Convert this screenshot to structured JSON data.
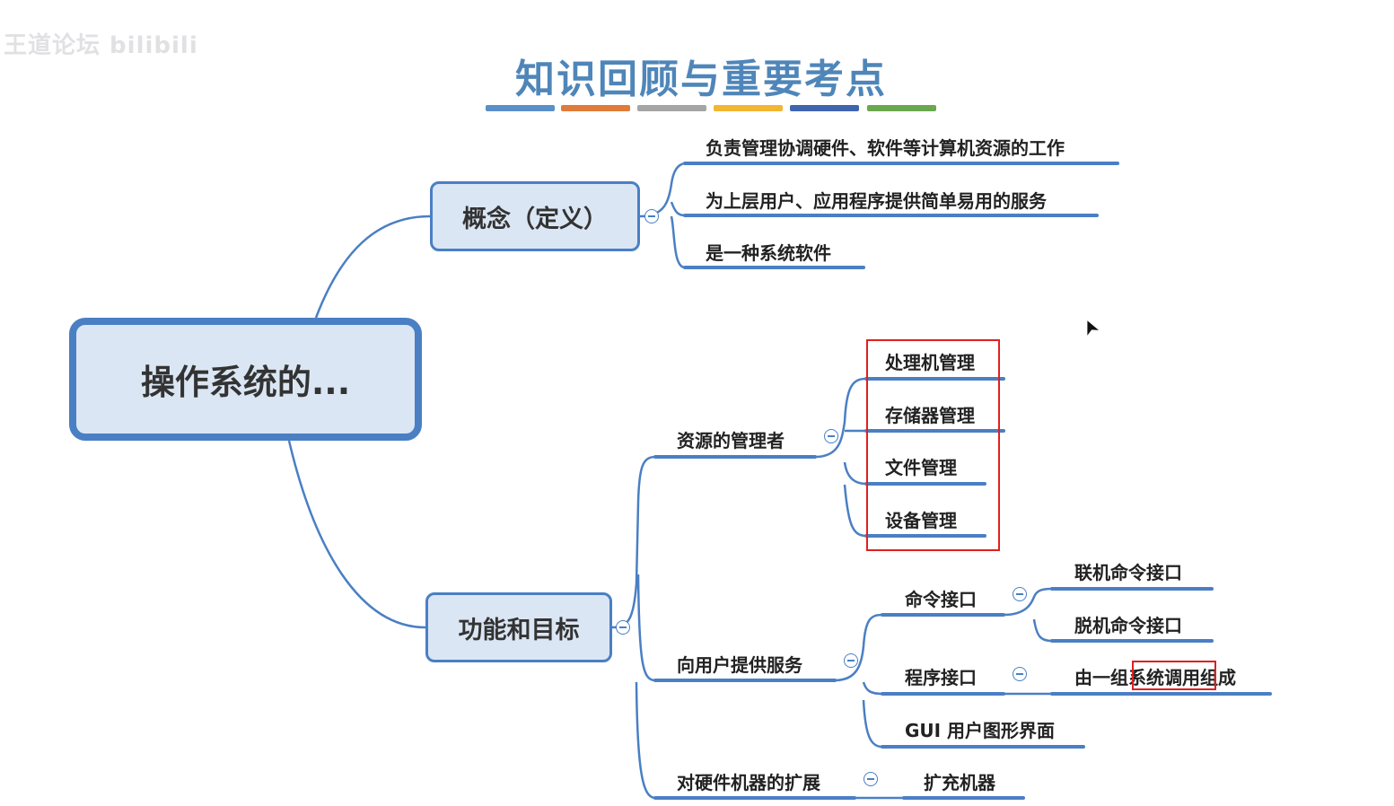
{
  "watermark": "王道论坛 bilibili",
  "title": "知识回顾与重要考点",
  "title_bar_colors": [
    "#5b8fc9",
    "#e07b39",
    "#a5a5a5",
    "#f2b632",
    "#3f64b0",
    "#6aa84f"
  ],
  "colors": {
    "line": "#4a7fc4",
    "box_fill": "#dbe6f4",
    "highlight": "#e02020"
  },
  "root": "操作系统的...",
  "concept": {
    "label": "概念（定义）",
    "items": [
      "负责管理协调硬件、软件等计算机资源的工作",
      "为上层用户、应用程序提供简单易用的服务",
      "是一种系统软件"
    ]
  },
  "functions": {
    "label": "功能和目标",
    "resource_manager": {
      "label": "资源的管理者",
      "items": [
        "处理机管理",
        "存储器管理",
        "文件管理",
        "设备管理"
      ]
    },
    "user_services": {
      "label": "向用户提供服务",
      "command_interface": {
        "label": "命令接口",
        "items": [
          "联机命令接口",
          "脱机命令接口"
        ]
      },
      "program_interface": {
        "label": "程序接口",
        "desc_prefix": "由一组",
        "desc_highlight": "系统调用",
        "desc_suffix": "组成"
      },
      "gui": "GUI 用户图形界面"
    },
    "hardware_extension": {
      "label": "对硬件机器的扩展",
      "items": [
        "扩充机器"
      ]
    }
  }
}
